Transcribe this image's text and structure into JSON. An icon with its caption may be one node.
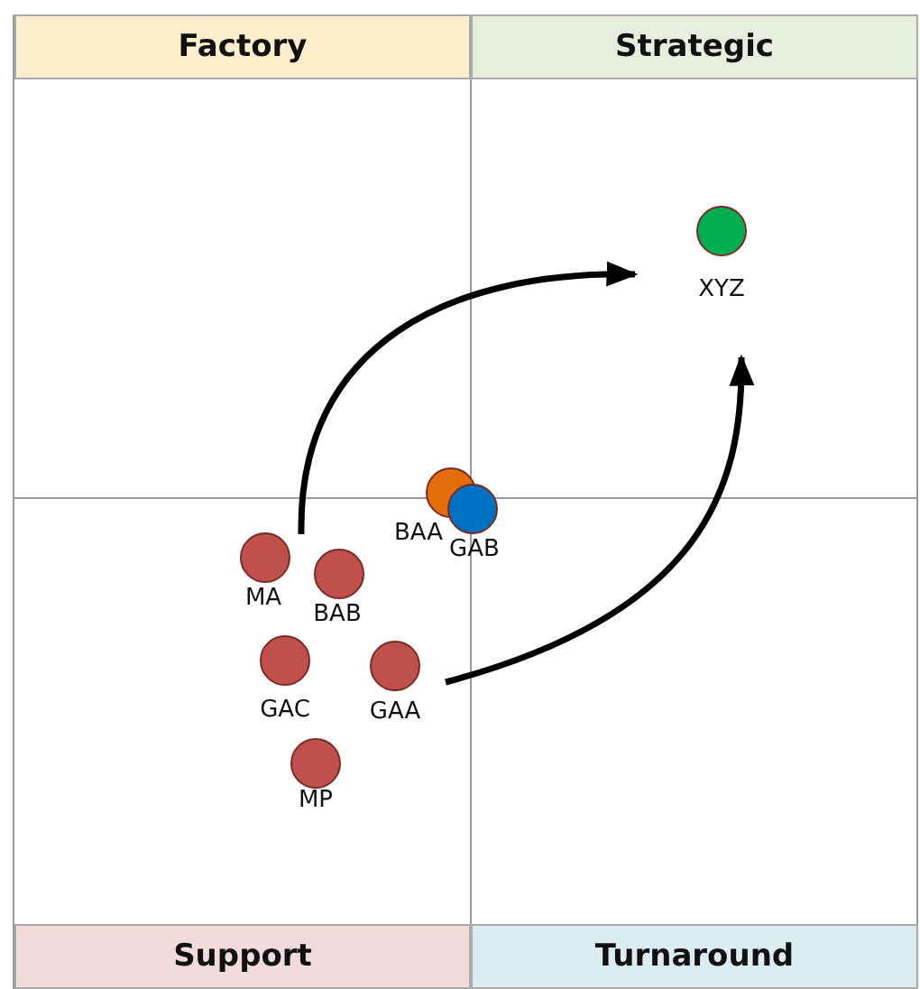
{
  "diagram": {
    "nodes": [
      {
        "text": [
          "Factory"
        ]
      },
      {
        "text": [
          "Strategic"
        ]
      },
      {
        "text": [
          "Support"
        ]
      },
      {
        "text": [
          "Turnaround"
        ]
      },
      {
        "text": [],
        "shape": "circle",
        "beside": [
          "XYZ"
        ]
      },
      {
        "text": [],
        "shape": "circle",
        "beside": [
          "BAA"
        ]
      },
      {
        "text": [],
        "shape": "circle",
        "beside": [
          "GAB"
        ]
      },
      {
        "text": [],
        "shape": "circle",
        "beside": [
          "MA"
        ]
      },
      {
        "text": [],
        "shape": "circle",
        "beside": [
          "BAB"
        ]
      },
      {
        "text": [],
        "shape": "circle",
        "beside": [
          "GAC"
        ]
      },
      {
        "text": [],
        "shape": "circle",
        "beside": [
          "GAA"
        ]
      },
      {
        "text": [],
        "shape": "circle",
        "beside": [
          "MP"
        ]
      }
    ],
    "edges": [
      {
        "from": 7,
        "to": 4,
        "arrow": "to"
      },
      {
        "from": 10,
        "to": 4,
        "arrow": "to"
      }
    ]
  }
}
